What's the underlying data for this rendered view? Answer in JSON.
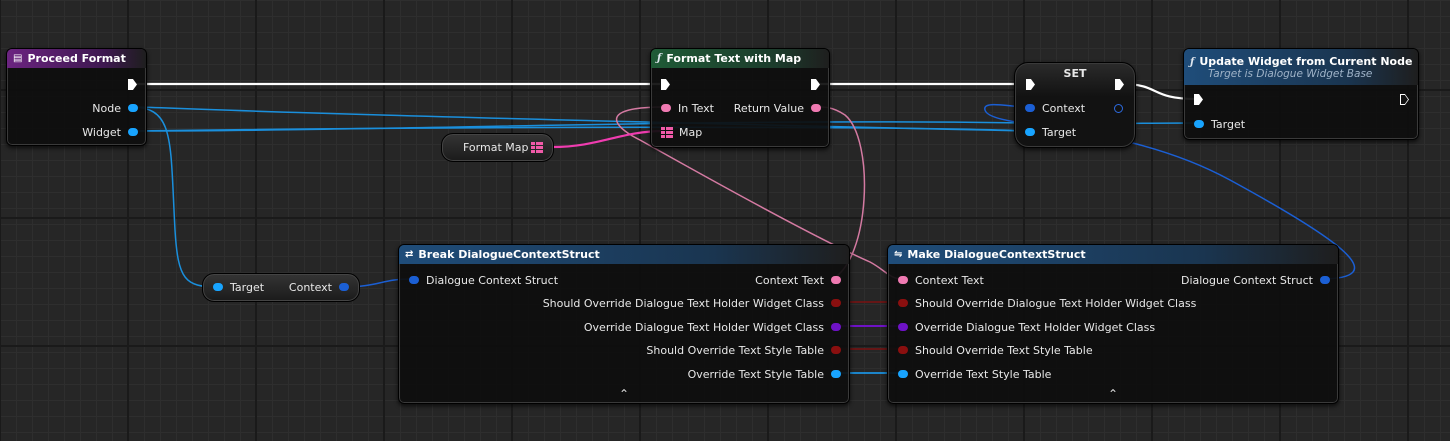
{
  "nodes": {
    "proceed_format": {
      "title": "Proceed Format",
      "pins": {
        "node": "Node",
        "widget": "Widget"
      }
    },
    "format_text": {
      "title": "Format Text with Map",
      "pins": {
        "in_text": "In Text",
        "return_value": "Return Value",
        "map": "Map"
      }
    },
    "set": {
      "title": "SET",
      "pins": {
        "context": "Context",
        "target": "Target"
      }
    },
    "update_widget": {
      "title": "Update Widget from Current Node",
      "subtitle": "Target is Dialogue Widget Base",
      "pins": {
        "target": "Target"
      }
    },
    "format_map": {
      "label": "Format Map"
    },
    "get_context": {
      "pins": {
        "target": "Target",
        "context": "Context"
      }
    },
    "break_struct": {
      "title": "Break DialogueContextStruct",
      "input": "Dialogue Context Struct",
      "outputs": [
        "Context Text",
        "Should Override Dialogue Text Holder Widget Class",
        "Override Dialogue Text Holder Widget Class",
        "Should Override Text Style Table",
        "Override Text Style Table"
      ]
    },
    "make_struct": {
      "title": "Make DialogueContextStruct",
      "output": "Dialogue Context Struct",
      "inputs": [
        "Context Text",
        "Should Override Dialogue Text Holder Widget Class",
        "Override Dialogue Text Holder Widget Class",
        "Should Override Text Style Table",
        "Override Text Style Table"
      ]
    }
  },
  "colors": {
    "exec": "#ffffff",
    "object": "#18a4ff",
    "struct": "#1b5fd4",
    "text": "#f07ab2",
    "bool": "#8a0f0f",
    "class": "#6e12c6",
    "map": "#f05aa8"
  },
  "icons": {
    "event": "event-node-icon",
    "function": "function-icon",
    "break": "break-struct-icon",
    "make": "make-struct-icon",
    "collapse": "chevron-up-icon"
  }
}
